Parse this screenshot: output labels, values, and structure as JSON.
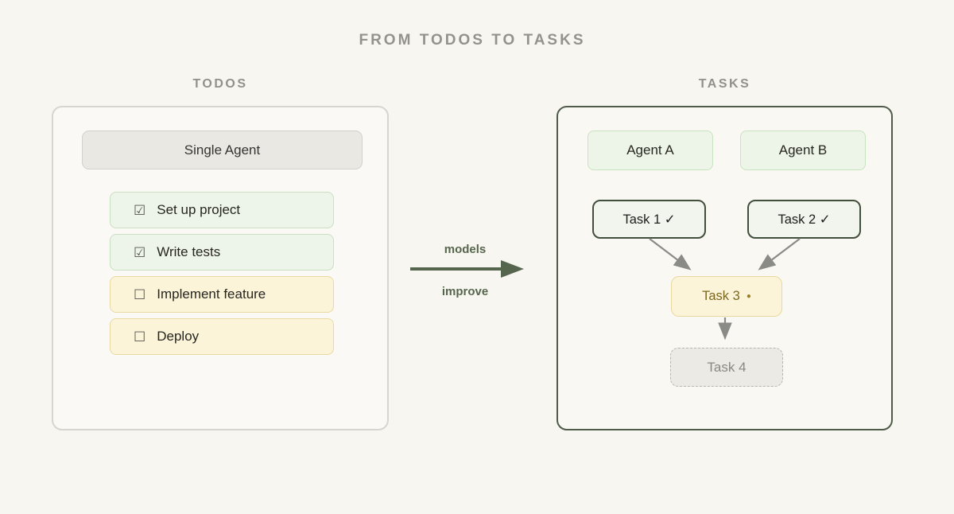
{
  "title": "FROM TODOS TO TASKS",
  "columns": {
    "left_label": "TODOS",
    "right_label": "TASKS"
  },
  "todos_panel": {
    "header": "Single Agent",
    "items": [
      {
        "checkbox": "☑",
        "checked": true,
        "label": "Set up project"
      },
      {
        "checkbox": "☑",
        "checked": true,
        "label": "Write tests"
      },
      {
        "checkbox": "☐",
        "checked": false,
        "label": "Implement feature"
      },
      {
        "checkbox": "☐",
        "checked": false,
        "label": "Deploy"
      }
    ]
  },
  "transition": {
    "top_label": "models",
    "bottom_label": "improve"
  },
  "tasks_panel": {
    "agents": [
      {
        "label": "Agent A"
      },
      {
        "label": "Agent B"
      }
    ],
    "tasks": [
      {
        "label": "Task 1 ✓",
        "status": "done"
      },
      {
        "label": "Task 2 ✓",
        "status": "done"
      },
      {
        "label": "Task 3",
        "dot": "●",
        "status": "in-progress"
      },
      {
        "label": "Task 4",
        "status": "pending"
      }
    ]
  },
  "colors": {
    "page_background": "#f8f6f1",
    "heading_gray": "#95918b",
    "todos_panel_border": "#d7d5cf",
    "tasks_panel_border": "#4f5c4a",
    "checked_item_bg": "#edf4ea",
    "checked_item_border": "#c8e0c0",
    "unchecked_item_bg": "#fbf4d8",
    "unchecked_item_border": "#e9daa2",
    "transition_green": "#56664e",
    "graph_arrow_gray": "#8a8a87",
    "active_task_text": "#7a671e",
    "pending_task_text": "#8b8881"
  }
}
